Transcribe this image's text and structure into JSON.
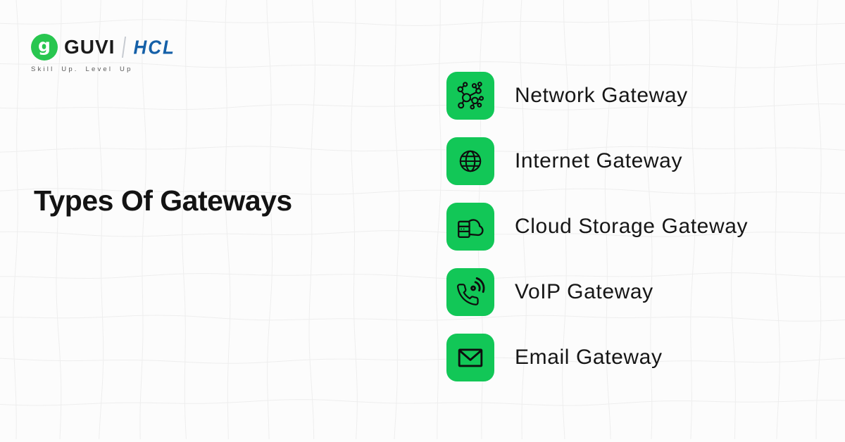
{
  "colors": {
    "background": "#fcfcfc",
    "grid_line": "#eeeeee",
    "accent_green": "#12C757",
    "logo_green": "#28C64F",
    "hcl_blue": "#1560A8",
    "text_dark": "#141414",
    "tagline_gray": "#5a5a5a",
    "icon_stroke": "#0e0e0e"
  },
  "header": {
    "logo": {
      "glyph": "g",
      "guvi": "GUVI",
      "hcl": "HCL",
      "tagline": "Skill Up. Level Up"
    }
  },
  "main": {
    "title": "Types Of Gateways"
  },
  "items": [
    {
      "label": "Network Gateway",
      "icon": "network-icon"
    },
    {
      "label": "Internet Gateway",
      "icon": "globe-icon"
    },
    {
      "label": "Cloud Storage Gateway",
      "icon": "cloud-server-icon"
    },
    {
      "label": "VoIP Gateway",
      "icon": "voip-phone-icon"
    },
    {
      "label": "Email Gateway",
      "icon": "envelope-icon"
    }
  ]
}
